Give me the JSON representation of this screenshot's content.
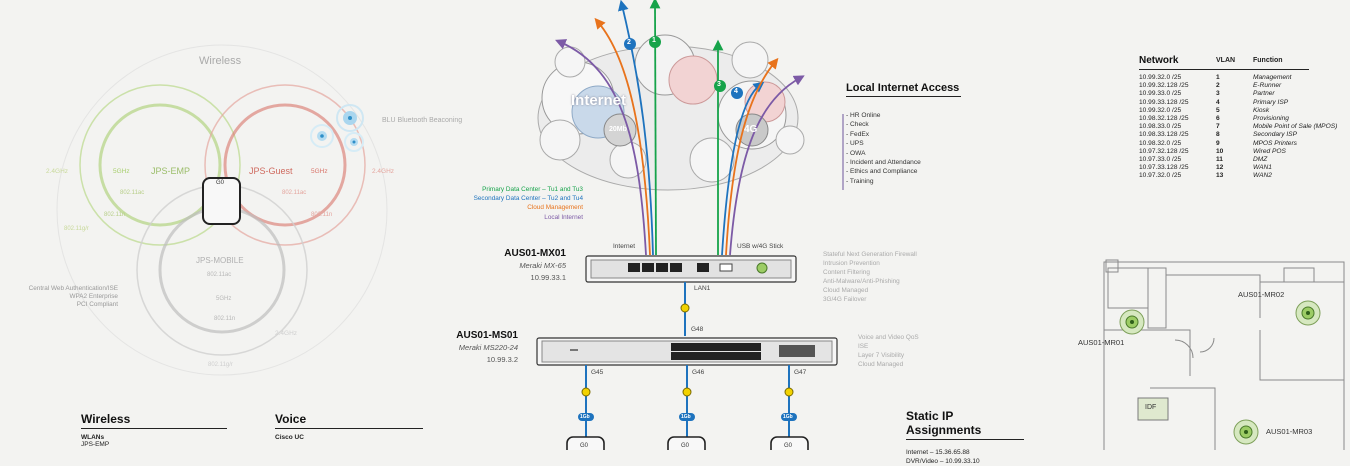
{
  "wireless_diagram": {
    "title": "Wireless",
    "ssids": [
      "JPS-EMP",
      "JPS-Guest",
      "JPS-MOBILE"
    ],
    "ap_label": "G0",
    "ble_label": "BLU Bluetooth Beaconing",
    "left_notes": [
      "Central Web Authentication/ISE",
      "WPA2 Enterprise",
      "PCI Compliant"
    ],
    "band_labels": [
      "2.4GHz",
      "5GHz",
      "802.11ac",
      "802.11n",
      "802.11g/r",
      "5GHz",
      "2.4GHz",
      "802.11ac",
      "802.11n",
      "802.11ac",
      "5GHz",
      "802.11n",
      "2.4GHz",
      "802.11g/r"
    ]
  },
  "cloud": {
    "title": "Internet",
    "left_badge": "20Mb",
    "right_badge": "4G",
    "markers": [
      "2",
      "1",
      "3",
      "4"
    ]
  },
  "legend": [
    {
      "label": "Primary Data Center – Tu1 and Tu3",
      "color": "#16a34a"
    },
    {
      "label": "Secondary Data Center – Tu2 and Tu4",
      "color": "#1e73be"
    },
    {
      "label": "Cloud Management",
      "color": "#e8731c"
    },
    {
      "label": "Local Internet",
      "color": "#7c5aa6"
    }
  ],
  "mx": {
    "name": "AUS01-MX01",
    "model": "Meraki MX-65",
    "ip": "10.99.33.1",
    "port_internet": "Internet",
    "port_usb": "USB w/4G Stick",
    "port_lan": "LAN1",
    "features": [
      "Stateful Next Generation Firewall",
      "Intrusion Prevention",
      "Content Filtering",
      "Anti-Malware/Anti-Phishing",
      "Cloud Managed",
      "3G/4G Failover"
    ]
  },
  "ms": {
    "name": "AUS01-MS01",
    "model": "Meraki MS220-24",
    "ip": "10.99.3.2",
    "uplink_port": "G48",
    "ports": [
      "G45",
      "G46",
      "G47"
    ],
    "features": [
      "Voice and Video QoS",
      "ISE",
      "Layer 7 Visibility",
      "Cloud Managed"
    ],
    "link_badge": "1Gb",
    "ap_labels": [
      "G0",
      "G0",
      "G0"
    ]
  },
  "local_internet": {
    "title": "Local Internet Access",
    "items": [
      "HR Online",
      "Check",
      "FedEx",
      "UPS",
      "OWA",
      "Incident and Attendance",
      "Ethics and Compliance",
      "Training"
    ]
  },
  "network_table": {
    "headers": [
      "Network",
      "VLAN",
      "Function"
    ],
    "rows": [
      [
        "10.99.32.0 /25",
        "1",
        "Management"
      ],
      [
        "10.99.32.128 /25",
        "2",
        "E-Runner"
      ],
      [
        "10.99.33.0 /25",
        "3",
        "Partner"
      ],
      [
        "10.99.33.128 /25",
        "4",
        "Primary ISP"
      ],
      [
        "10.99.32.0 /25",
        "5",
        "Kiosk"
      ],
      [
        "10.98.32.128 /25",
        "6",
        "Provisioning"
      ],
      [
        "10.98.33.0 /25",
        "7",
        "Mobile Point of Sale (MPOS)"
      ],
      [
        "10.98.33.128 /25",
        "8",
        "Secondary ISP"
      ],
      [
        "10.98.32.0 /25",
        "9",
        "MPOS Printers"
      ],
      [
        "10.97.32.128 /25",
        "10",
        "Wired POS"
      ],
      [
        "10.97.33.0 /25",
        "11",
        "DMZ"
      ],
      [
        "10.97.33.128 /25",
        "12",
        "WAN1"
      ],
      [
        "10.97.32.0 /25",
        "13",
        "WAN2"
      ]
    ]
  },
  "floorplan": {
    "aps": [
      "AUS01-MR02",
      "AUS01-MR01",
      "AUS01-MR03"
    ],
    "idf": "IDF"
  },
  "bottom": {
    "wireless_title": "Wireless",
    "wlans_label": "WLANs",
    "wlan_first": "JPS-EMP",
    "voice_title": "Voice",
    "voice_first": "Cisco UC",
    "static_title": "Static IP Assignments",
    "static_lines": [
      "Internet – 15.36.65.88",
      "DVR/Video – 10.99.33.10"
    ]
  }
}
